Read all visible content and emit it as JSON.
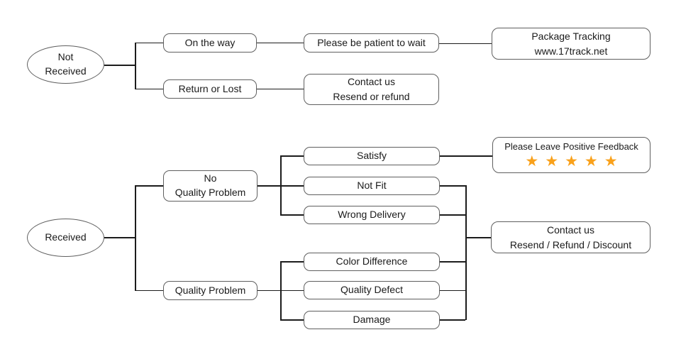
{
  "diagram": {
    "type": "flowchart",
    "colors": {
      "background": "#ffffff",
      "box_border": "#5f5f5f",
      "connector": "#1c1c1c",
      "text": "#1a1a1a",
      "star": "#F9A11B"
    },
    "nodes": {
      "not_received": {
        "lines": [
          "Not",
          "Received"
        ]
      },
      "received": {
        "label": "Received"
      },
      "on_the_way": {
        "label": "On the way"
      },
      "patient": {
        "label": "Please be patient to wait"
      },
      "tracking": {
        "lines": [
          "Package Tracking",
          "www.17track.net"
        ]
      },
      "return_or_lost": {
        "label": "Return or Lost"
      },
      "contact_resend": {
        "lines": [
          "Contact us",
          "Resend or refund"
        ]
      },
      "no_quality_problem": {
        "lines": [
          "No",
          "Quality Problem"
        ]
      },
      "quality_problem": {
        "label": "Quality Problem"
      },
      "satisfy": {
        "label": "Satisfy"
      },
      "not_fit": {
        "label": "Not Fit"
      },
      "wrong_delivery": {
        "label": "Wrong Delivery"
      },
      "color_difference": {
        "label": "Color Difference"
      },
      "quality_defect": {
        "label": "Quality Defect"
      },
      "damage": {
        "label": "Damage"
      },
      "feedback": {
        "label": "Please Leave Positive Feedback",
        "stars": "★★★★★",
        "star_count": 5
      },
      "contact_discount": {
        "lines": [
          "Contact us",
          "Resend / Refund / Discount"
        ]
      }
    }
  }
}
